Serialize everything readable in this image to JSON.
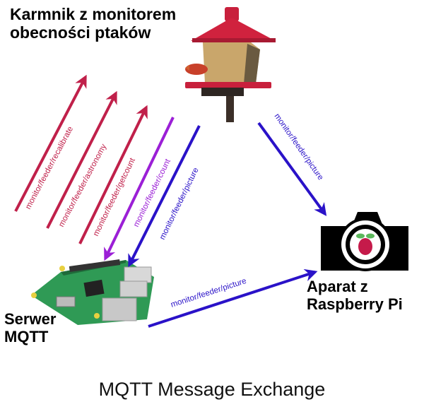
{
  "title": "MQTT Message Exchange",
  "nodes": {
    "feeder": {
      "label_line1": "Karmnik z monitorem",
      "label_line2": "obecności ptaków"
    },
    "server": {
      "label_line1": "Serwer",
      "label_line2": "MQTT"
    },
    "camera": {
      "label_line1": "Aparat z",
      "label_line2": "Raspberry Pi"
    }
  },
  "colors": {
    "publish_to_feeder": "#c0204a",
    "count": "#9b1fd6",
    "picture": "#2a12c8"
  },
  "messages": [
    {
      "topic": "monitor/feeder/recalibrate",
      "from": "server",
      "to": "feeder"
    },
    {
      "topic": "monitor/feeder/astronomy",
      "from": "server",
      "to": "feeder"
    },
    {
      "topic": "monitor/feeder/getcount",
      "from": "server",
      "to": "feeder"
    },
    {
      "topic": "monitor/feeder/count",
      "from": "feeder",
      "to": "server"
    },
    {
      "topic": "monitor/feeder/picture",
      "from": "feeder",
      "to": "server"
    },
    {
      "topic": "monitor/feeder/picture",
      "from": "feeder",
      "to": "camera"
    },
    {
      "topic": "monitor/feeder/picture",
      "from": "server",
      "to": "camera"
    }
  ]
}
